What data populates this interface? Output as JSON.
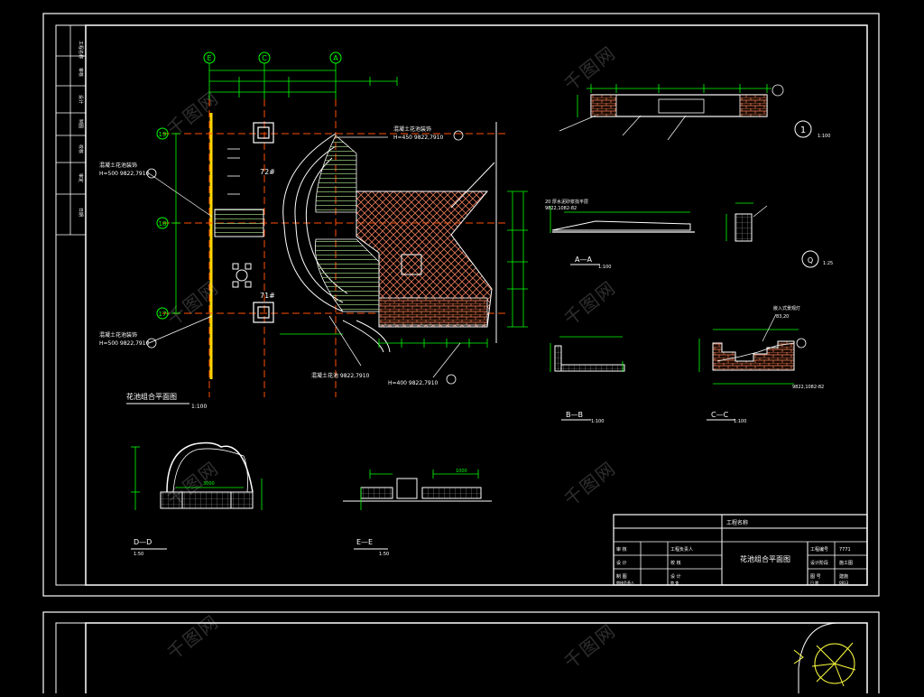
{
  "drawing": {
    "main_title": "花池组合平面图",
    "main_scale": "1:100",
    "plan_labels": {
      "pillar_upper": "72#",
      "pillar_lower": "71#",
      "grid_top": [
        "E",
        "C",
        "A"
      ],
      "grid_left": [
        "19",
        "18",
        "17"
      ],
      "note_upper_left_1": "混凝土花池装饰",
      "note_upper_left_2": "H=500  9822,7910",
      "note_lower_left_1": "混凝土花池装饰",
      "note_lower_left_2": "H=500  9822,7910",
      "note_upper_right_1": "混凝土花池装饰",
      "note_upper_right_2": "H=450  9822,7910",
      "note_bottom_1": "混凝土花池 9822,7910",
      "note_bottom_2": "H=400  9822,7910"
    },
    "section_d": {
      "title": "D—D",
      "scale": "1:50",
      "dim": "3000"
    },
    "section_e": {
      "title": "E—E",
      "scale": "1:50",
      "dim": "1000"
    },
    "section_a": {
      "title": "A—A",
      "scale": "1:100"
    },
    "section_b": {
      "title": "B—B",
      "scale": "1:100"
    },
    "section_c": {
      "title": "C—C",
      "scale": "1:100"
    },
    "detail_1": {
      "num": "1",
      "scale": "1:100"
    },
    "detail_q": {
      "num": "Q",
      "scale": "1:25"
    },
    "top_detail_dim": "1:100",
    "slope_note": "20 厚水泥砂浆找平层",
    "slope_code": "9822,1082-82",
    "stair_note": "嵌入式景观灯",
    "stair_dim": "83,20",
    "stair_code": "9822,1082-82"
  },
  "title_block": {
    "project": "工程名称",
    "drawing_name": "花池组合平面图",
    "rows": [
      [
        "审 核",
        "工程负责人",
        "工程编号",
        "7771"
      ],
      [
        "设 计",
        "校 核",
        "设计阶段",
        "施工图"
      ],
      [
        "制 图",
        "设 计",
        "图 号",
        "建施"
      ],
      [
        "审核负责人",
        "审 查",
        "日 期",
        "0813"
      ]
    ]
  },
  "side_strip": [
    "工程名称",
    "审核",
    "设计",
    "制图",
    "校核",
    "审定",
    "日期"
  ],
  "watermark": "千图网",
  "colors": {
    "background": "#000000",
    "frame": "#ffffff",
    "dims": "#00ff00",
    "grid": "#ff5000",
    "hatch": "#e87a5a",
    "axis": "#ffd700",
    "tree": "#ffff40"
  }
}
